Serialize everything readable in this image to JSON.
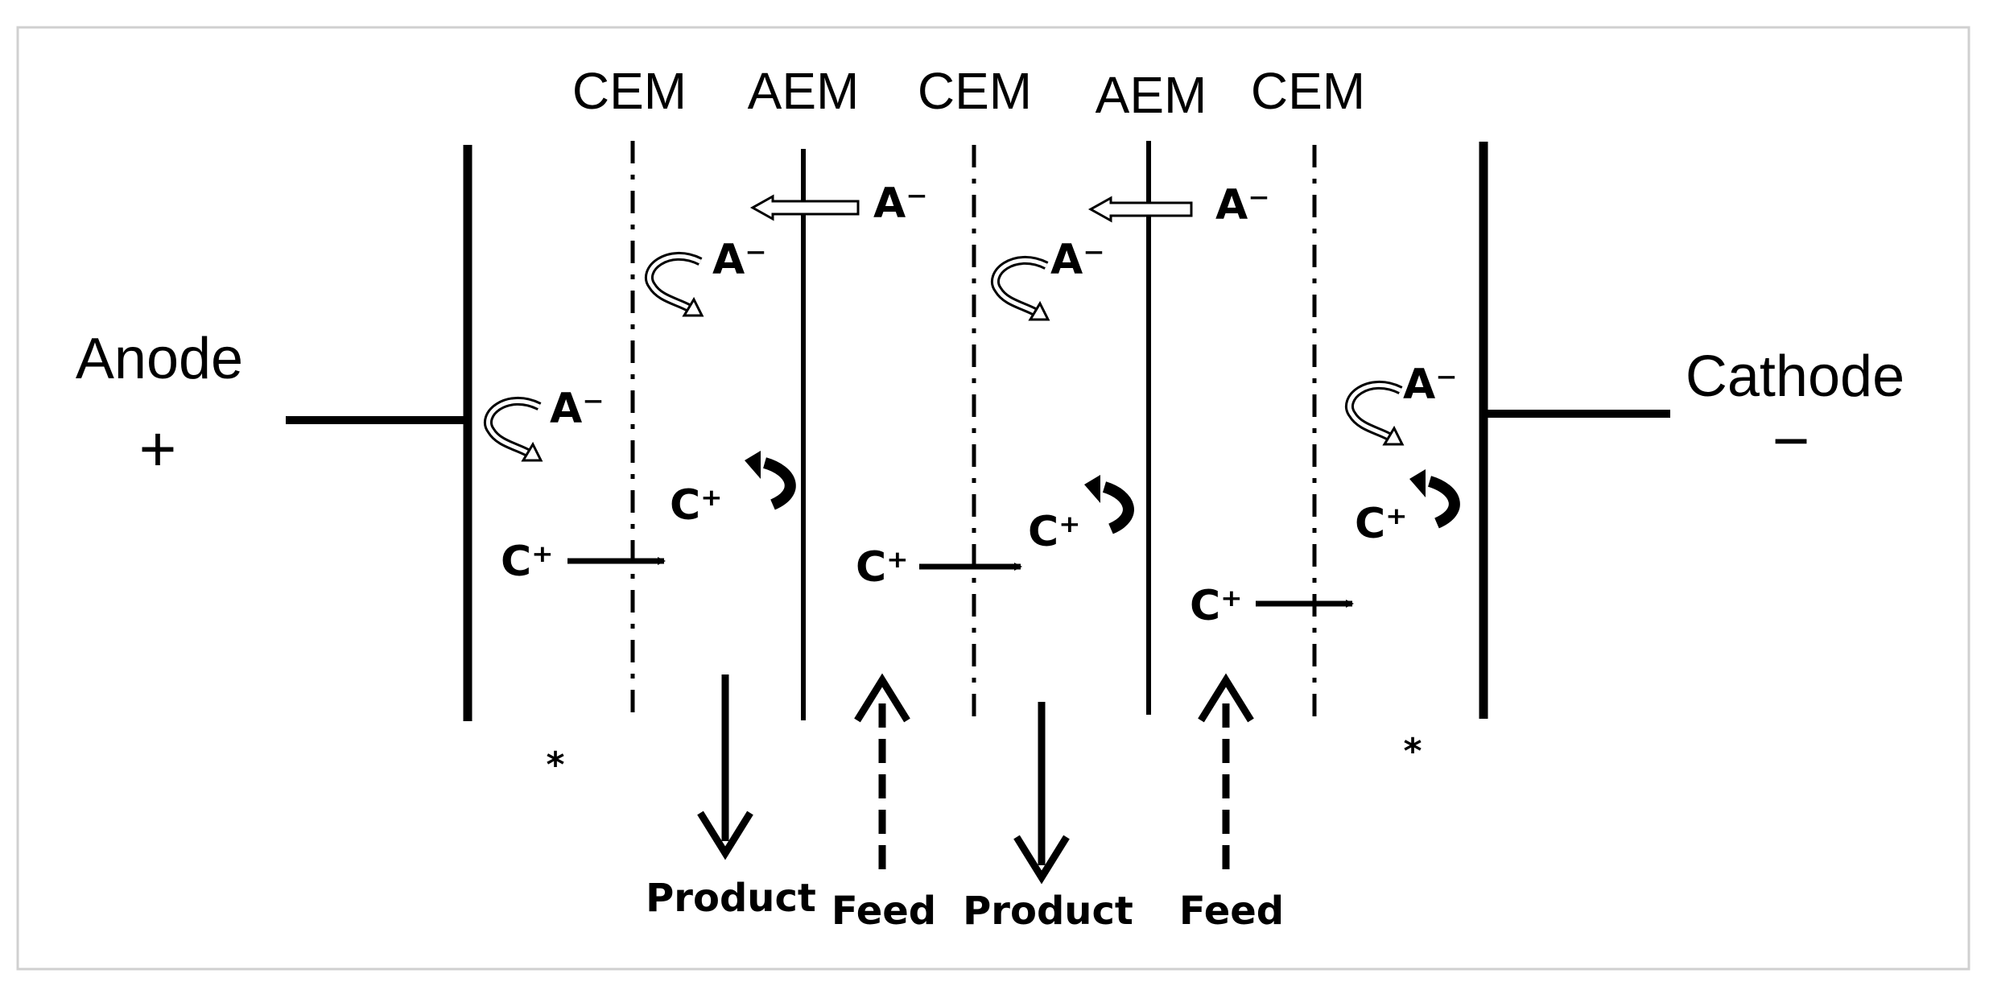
{
  "membranes": [
    {
      "id": "cem1",
      "label": "CEM",
      "type": "cation"
    },
    {
      "id": "aem1",
      "label": "AEM",
      "type": "anion"
    },
    {
      "id": "cem2",
      "label": "CEM",
      "type": "cation"
    },
    {
      "id": "aem2",
      "label": "AEM",
      "type": "anion"
    },
    {
      "id": "cem3",
      "label": "CEM",
      "type": "cation"
    }
  ],
  "electrodes": {
    "anode": {
      "label": "Anode",
      "sign": "+"
    },
    "cathode": {
      "label": "Cathode",
      "sign": "−"
    }
  },
  "ions": {
    "anion": "A⁻",
    "cation": "C⁺"
  },
  "streams": {
    "product": "Product",
    "feed": "Feed"
  },
  "markers": {
    "asterisk": "*"
  },
  "colors": {
    "line": "#000000",
    "frame": "#d0d0d0",
    "background": "#ffffff"
  }
}
